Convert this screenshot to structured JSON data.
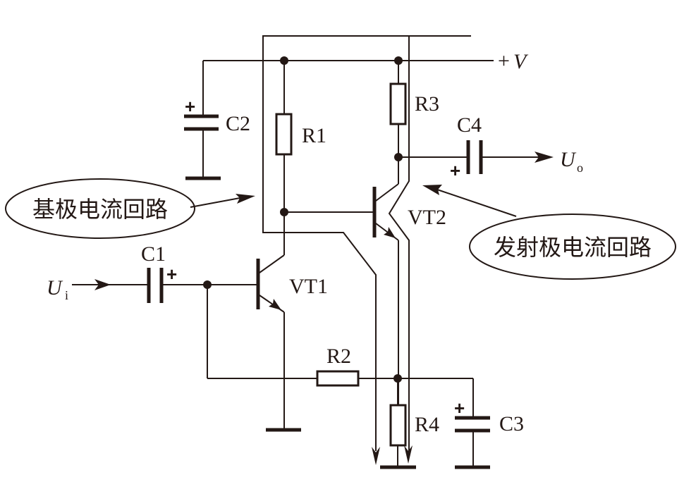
{
  "diagram": {
    "type": "circuit-schematic",
    "supply_label": "+V",
    "input_label": {
      "main": "U",
      "subscript": "i"
    },
    "output_label": {
      "main": "U",
      "subscript": "o"
    },
    "components": {
      "resistors": [
        {
          "id": "R1",
          "label": "R1"
        },
        {
          "id": "R2",
          "label": "R2"
        },
        {
          "id": "R3",
          "label": "R3"
        },
        {
          "id": "R4",
          "label": "R4"
        }
      ],
      "capacitors": [
        {
          "id": "C1",
          "label": "C1",
          "polarity": "+"
        },
        {
          "id": "C2",
          "label": "C2",
          "polarity": "+"
        },
        {
          "id": "C3",
          "label": "C3",
          "polarity": "+"
        },
        {
          "id": "C4",
          "label": "C4",
          "polarity": "+"
        }
      ],
      "transistors": [
        {
          "id": "VT1",
          "label": "VT1",
          "type": "NPN"
        },
        {
          "id": "VT2",
          "label": "VT2",
          "type": "NPN"
        }
      ]
    },
    "callouts": {
      "base_current_loop": "基极电流回路",
      "emitter_current_loop": "发射极电流回路"
    },
    "colors": {
      "ink": "#231815",
      "background": "#ffffff"
    }
  }
}
